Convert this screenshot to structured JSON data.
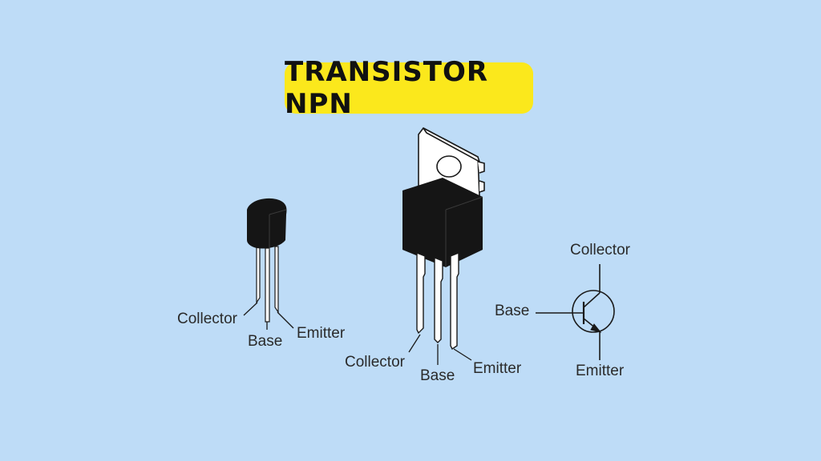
{
  "title": "TRANSISTOR NPN",
  "colors": {
    "background": "#bedcf7",
    "title_badge": "#fbe81c",
    "component_body": "#151515",
    "lead": "#ffffff",
    "outline": "#1a1a1a"
  },
  "to92": {
    "collector_label": "Collector",
    "base_label": "Base",
    "emitter_label": "Emitter"
  },
  "to220": {
    "collector_label": "Collector",
    "base_label": "Base",
    "emitter_label": "Emitter"
  },
  "symbol": {
    "collector_label": "Collector",
    "base_label": "Base",
    "emitter_label": "Emitter"
  }
}
